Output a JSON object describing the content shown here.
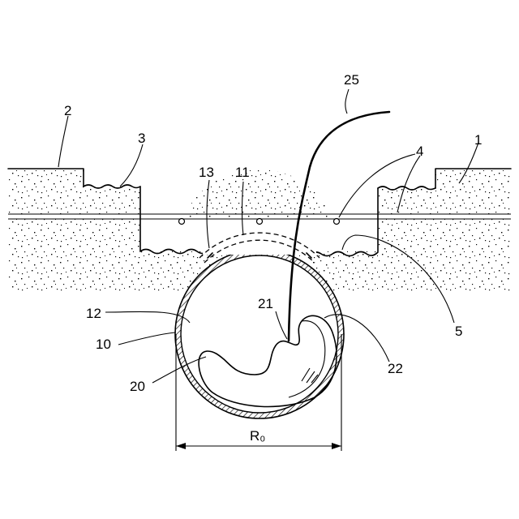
{
  "figure": {
    "labels": {
      "l1": "1",
      "l2": "2",
      "l3": "3",
      "l4": "4",
      "l5": "5",
      "l10": "10",
      "l11": "11",
      "l12": "12",
      "l13": "13",
      "l20": "20",
      "l21": "21",
      "l22": "22",
      "l25": "25",
      "r0": "R₀"
    }
  }
}
